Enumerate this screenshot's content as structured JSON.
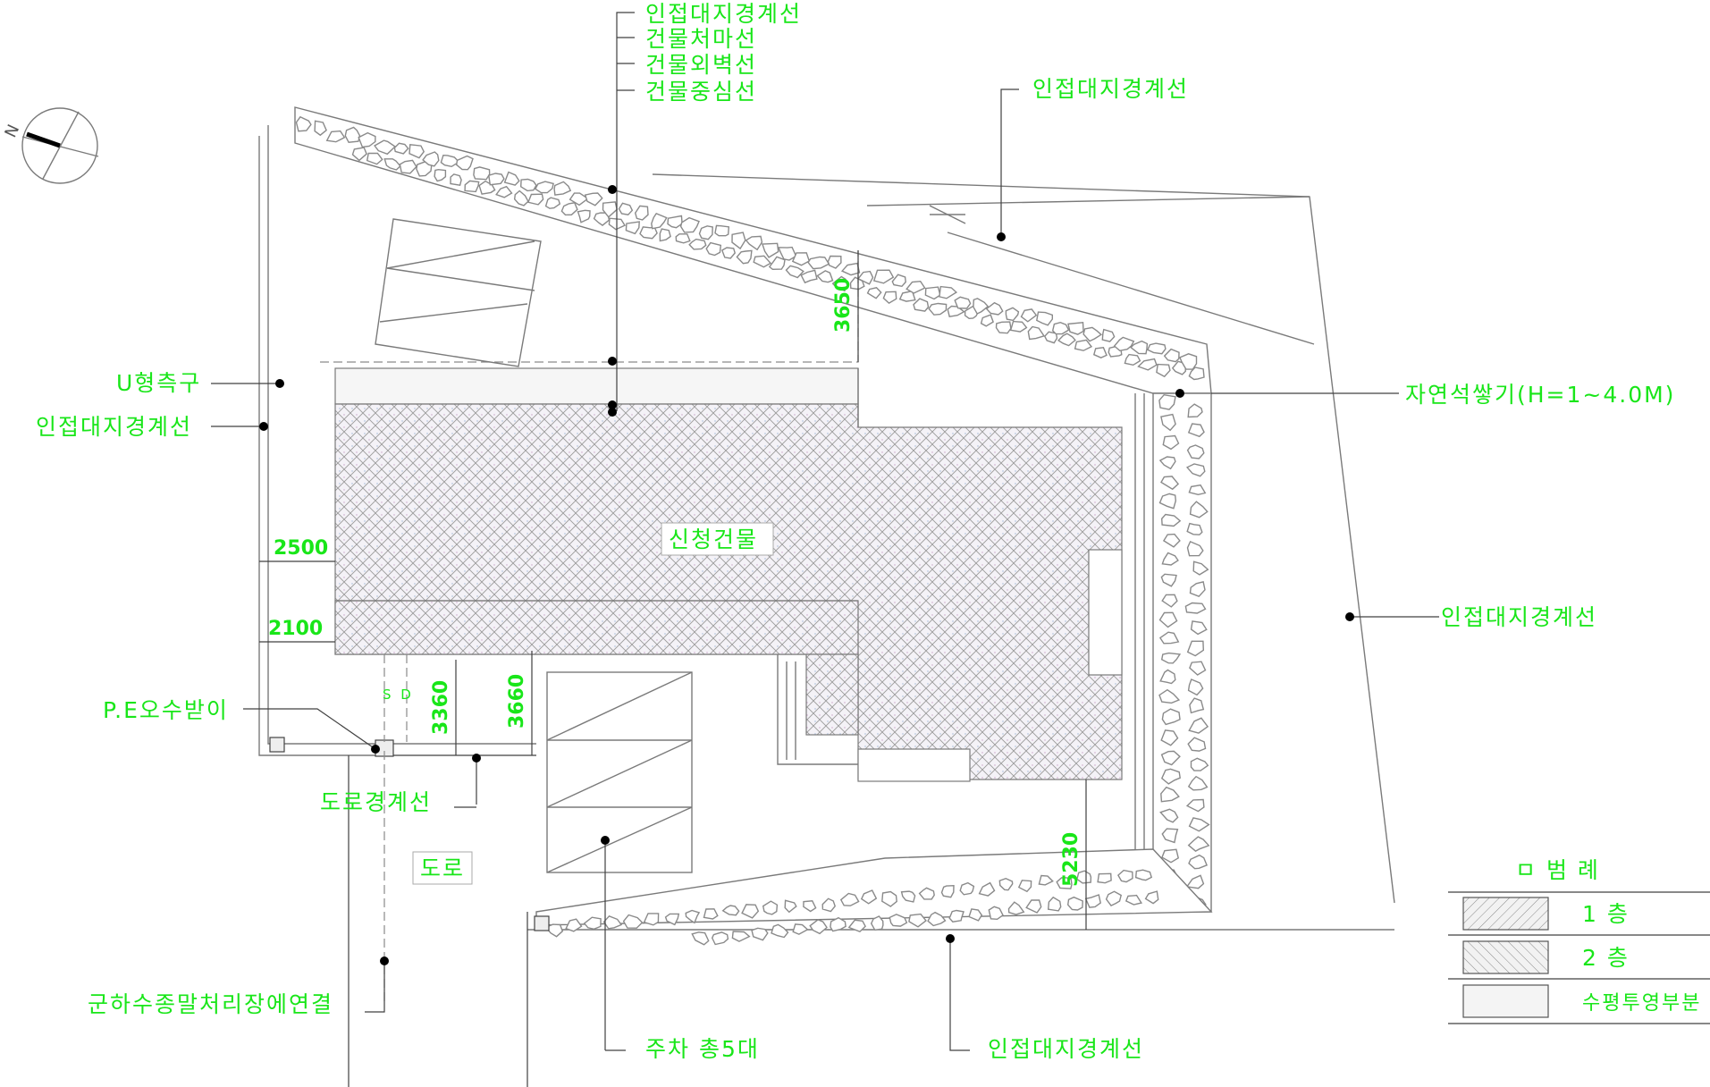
{
  "drawing": {
    "labels": {
      "top_1": "인접대지경계선",
      "top_2": "건물처마선",
      "top_3": "건물외벽선",
      "top_4": "건물중심선",
      "top_right": "인접대지경계선",
      "u_drain": "U형측구",
      "left_boundary": "인접대지경계선",
      "stone_wall": "자연석쌓기(H=1~4.0M)",
      "right_boundary": "인접대지경계선",
      "building": "신청건물",
      "pe_tank": "P.E오수받이",
      "road_boundary": "도로경계선",
      "road": "도로",
      "sewer": "군하수종말처리장에연결",
      "parking": "주차 총5대",
      "bottom_boundary": "인접대지경계선",
      "sd_mark": "S D"
    },
    "dimensions": {
      "d2500": "2500",
      "d2100": "2100",
      "d3360": "3360",
      "d3660": "3660",
      "d3650": "3650",
      "d5230": "5230"
    },
    "legend": {
      "title": "ㅁ 범  례",
      "rows": [
        {
          "label": "1   층"
        },
        {
          "label": "2   층"
        },
        {
          "label": "수평투영부분"
        }
      ]
    },
    "colors": {
      "annotation": "#19e619",
      "linework": "#7a7a7a",
      "hatch": "#9a9a9a"
    }
  }
}
